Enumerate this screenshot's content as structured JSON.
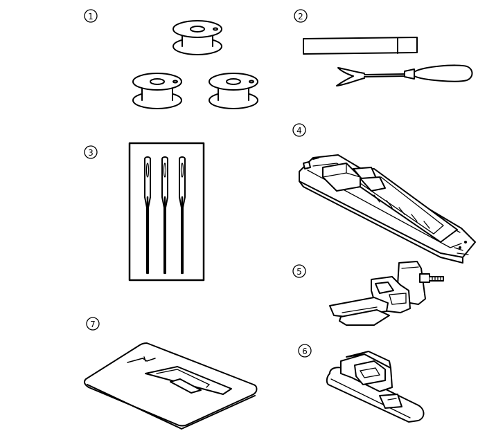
{
  "accessories": [
    {
      "id": "bobbins",
      "number": "1",
      "label": "①"
    },
    {
      "id": "cleaning-brush-and-seam-ripper",
      "number": "2",
      "label": "②"
    },
    {
      "id": "needles",
      "number": "3",
      "label": "③"
    },
    {
      "id": "buttonhole-foot",
      "number": "4",
      "label": "④"
    },
    {
      "id": "zipper-foot",
      "number": "5",
      "label": "⑤"
    },
    {
      "id": "presser-foot",
      "number": "6",
      "label": "⑥"
    },
    {
      "id": "needle-plate",
      "number": "7",
      "label": "⑦"
    }
  ],
  "colors": {
    "line": "#000000",
    "fill": "#ffffff"
  }
}
